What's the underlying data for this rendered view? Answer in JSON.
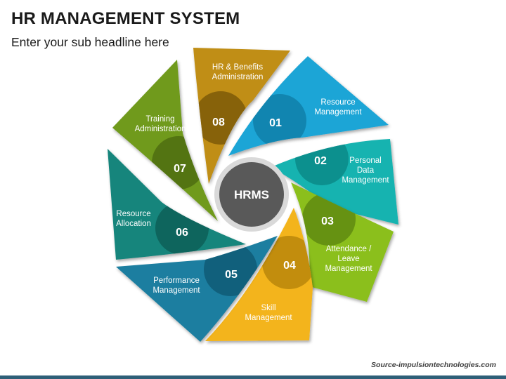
{
  "header": {
    "title": "HR MANAGEMENT SYSTEM",
    "subtitle": "Enter your sub headline here"
  },
  "diagram": {
    "hub_label": "HRMS",
    "hub_color": "#595959",
    "segments": [
      {
        "number": "01",
        "label_lines": [
          "Resource",
          "Management"
        ],
        "color": "#1fa5d6",
        "dark": "#0f7fa9"
      },
      {
        "number": "02",
        "label_lines": [
          "Personal",
          "Data",
          "Management"
        ],
        "color": "#14b3b0",
        "dark": "#0b8a88"
      },
      {
        "number": "03",
        "label_lines": [
          "Attendance /",
          "Leave",
          "Management"
        ],
        "color": "#8bbf1d",
        "dark": "#5f8a10"
      },
      {
        "number": "04",
        "label_lines": [
          "Skill",
          "Management"
        ],
        "color": "#f3b41a",
        "dark": "#b8860b"
      },
      {
        "number": "05",
        "label_lines": [
          "Performance",
          "Management"
        ],
        "color": "#1a7ea0",
        "dark": "#0f5a75"
      },
      {
        "number": "06",
        "label_lines": [
          "Resource",
          "Allocation"
        ],
        "color": "#14857c",
        "dark": "#0d5f58"
      },
      {
        "number": "07",
        "label_lines": [
          "Training",
          "Administration"
        ],
        "color": "#6f9a1c",
        "dark": "#4d6d10"
      },
      {
        "number": "08",
        "label_lines": [
          "HR & Benefits",
          "Administration"
        ],
        "color": "#c08e12",
        "dark": "#7c5a08"
      }
    ]
  },
  "footer": {
    "source": "Source-impulsiontechnologies.com"
  }
}
